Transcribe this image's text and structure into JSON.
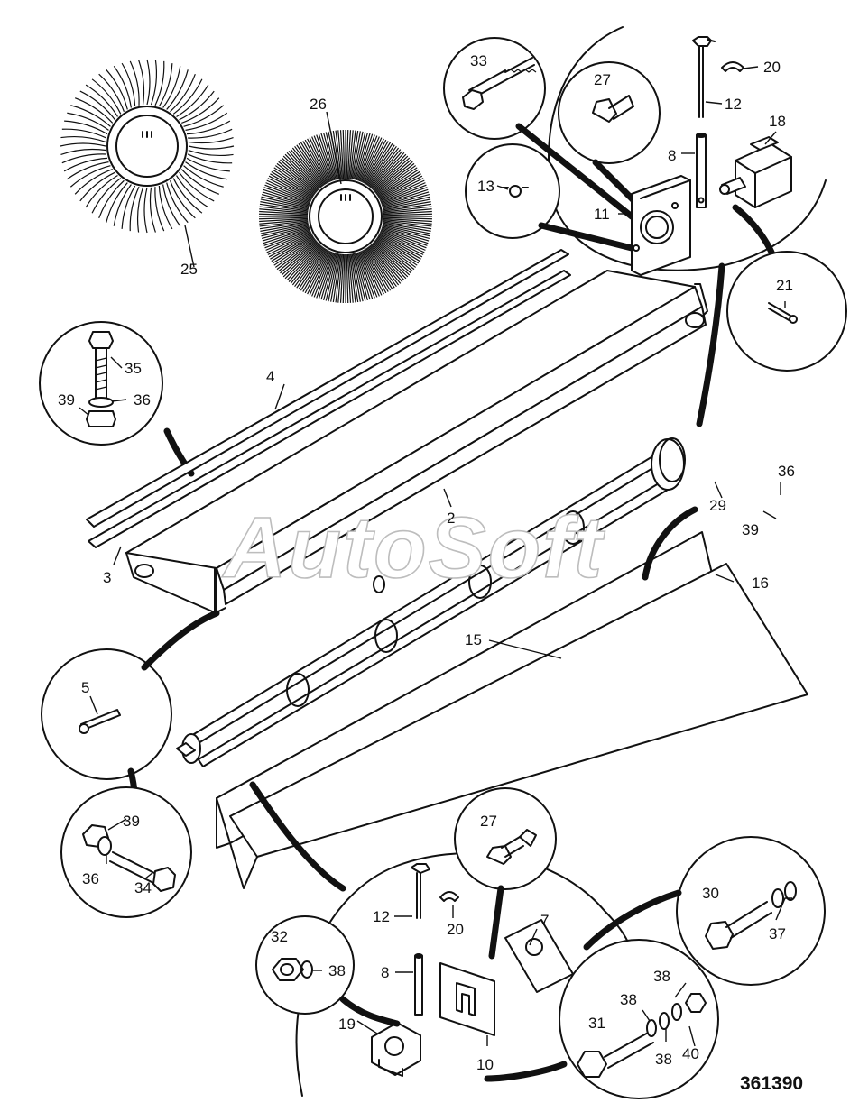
{
  "watermark": "AutoSoft",
  "drawing_number": "361390",
  "callouts": {
    "c2": "2",
    "c3": "3",
    "c4": "4",
    "c5": "5",
    "c7": "7",
    "c8a": "8",
    "c8b": "8",
    "c10": "10",
    "c11": "11",
    "c12a": "12",
    "c12b": "12",
    "c13": "13",
    "c15": "15",
    "c16": "16",
    "c18": "18",
    "c19": "19",
    "c20a": "20",
    "c20b": "20",
    "c21": "21",
    "c25": "25",
    "c26": "26",
    "c27a": "27",
    "c27b": "27",
    "c29": "29",
    "c30": "30",
    "c31": "31",
    "c32": "32",
    "c33": "33",
    "c34": "34",
    "c35": "35",
    "c36a": "36",
    "c36b": "36",
    "c36c": "36",
    "c37": "37",
    "c38a": "38",
    "c38b": "38",
    "c38c": "38",
    "c38d": "38",
    "c39a": "39",
    "c39b": "39",
    "c39c": "39",
    "c40": "40"
  }
}
